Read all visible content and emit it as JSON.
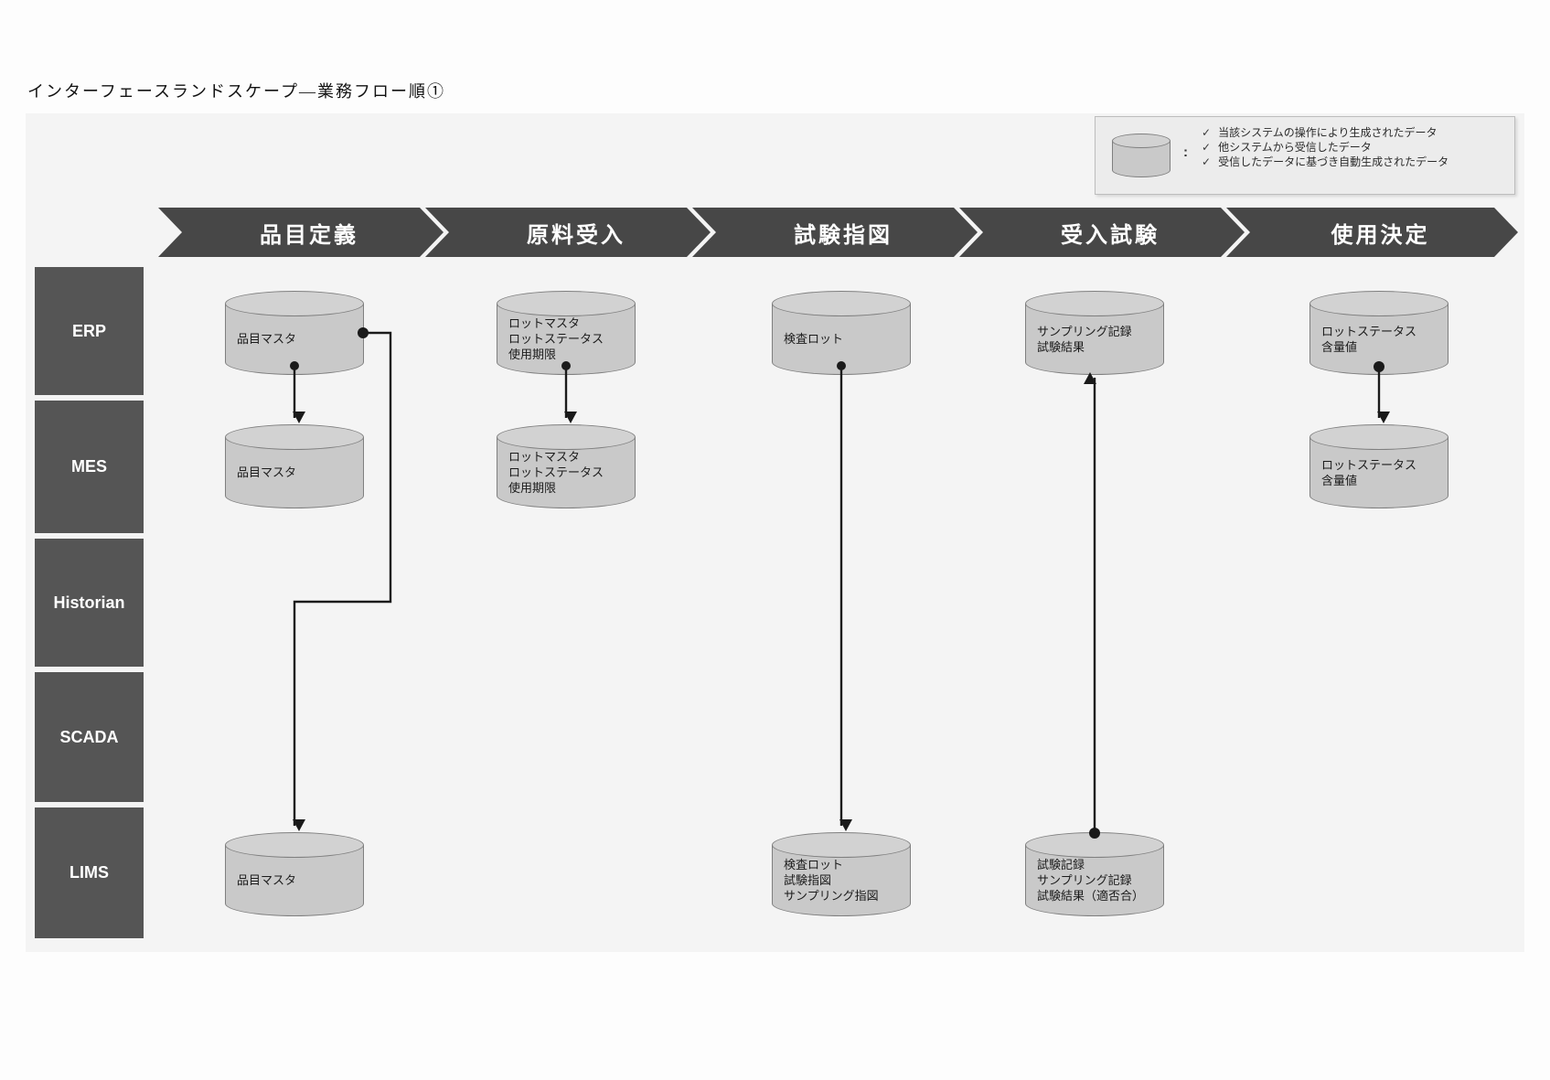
{
  "title": "インターフェースランドスケープ―業務フロー順①",
  "legend": {
    "icon": "database-cylinder-icon",
    "separator": ":",
    "items": [
      {
        "check": "✓",
        "label": "当該システムの操作により生成されたデータ"
      },
      {
        "check": "✓",
        "label": "他システムから受信したデータ"
      },
      {
        "check": "✓",
        "label": "受信したデータに基づき自動生成されたデータ"
      }
    ]
  },
  "phases": [
    {
      "label": "品目定義"
    },
    {
      "label": "原料受入"
    },
    {
      "label": "試験指図"
    },
    {
      "label": "受入試験"
    },
    {
      "label": "使用決定"
    }
  ],
  "systems": [
    {
      "label": "ERP"
    },
    {
      "label": "MES"
    },
    {
      "label": "Historian"
    },
    {
      "label": "SCADA"
    },
    {
      "label": "LIMS"
    }
  ],
  "datastores": {
    "erp_item_master": {
      "system": "ERP",
      "phase": "品目定義",
      "lines": [
        "品目マスタ"
      ]
    },
    "erp_lot_master": {
      "system": "ERP",
      "phase": "原料受入",
      "lines": [
        "ロットマスタ",
        "ロットステータス",
        "使用期限"
      ]
    },
    "erp_inspection_lot": {
      "system": "ERP",
      "phase": "試験指図",
      "lines": [
        "検査ロット"
      ]
    },
    "erp_sampling": {
      "system": "ERP",
      "phase": "受入試験",
      "lines": [
        "サンプリング記録",
        "試験結果"
      ]
    },
    "erp_lot_status": {
      "system": "ERP",
      "phase": "使用決定",
      "lines": [
        "ロットステータス",
        "含量値"
      ]
    },
    "mes_item_master": {
      "system": "MES",
      "phase": "品目定義",
      "lines": [
        "品目マスタ"
      ]
    },
    "mes_lot_master": {
      "system": "MES",
      "phase": "原料受入",
      "lines": [
        "ロットマスタ",
        "ロットステータス",
        "使用期限"
      ]
    },
    "mes_lot_status": {
      "system": "MES",
      "phase": "使用決定",
      "lines": [
        "ロットステータス",
        "含量値"
      ]
    },
    "lims_item_master": {
      "system": "LIMS",
      "phase": "品目定義",
      "lines": [
        "品目マスタ"
      ]
    },
    "lims_inspection": {
      "system": "LIMS",
      "phase": "試験指図",
      "lines": [
        "検査ロット",
        "試験指図",
        "サンプリング指図"
      ]
    },
    "lims_test_record": {
      "system": "LIMS",
      "phase": "受入試験",
      "lines": [
        "試験記録",
        "サンプリング記録",
        "試験結果（適否合）"
      ]
    }
  },
  "colors": {
    "band": "#474747",
    "system_label_bg": "#555555",
    "cylinder_fill": "#c9c9c9",
    "cylinder_top": "#d2d2d2",
    "cylinder_border": "#7f7f7f",
    "connector": "#1a1a1a",
    "legend_bg": "#ececec",
    "legend_border": "#bdbdbd"
  }
}
